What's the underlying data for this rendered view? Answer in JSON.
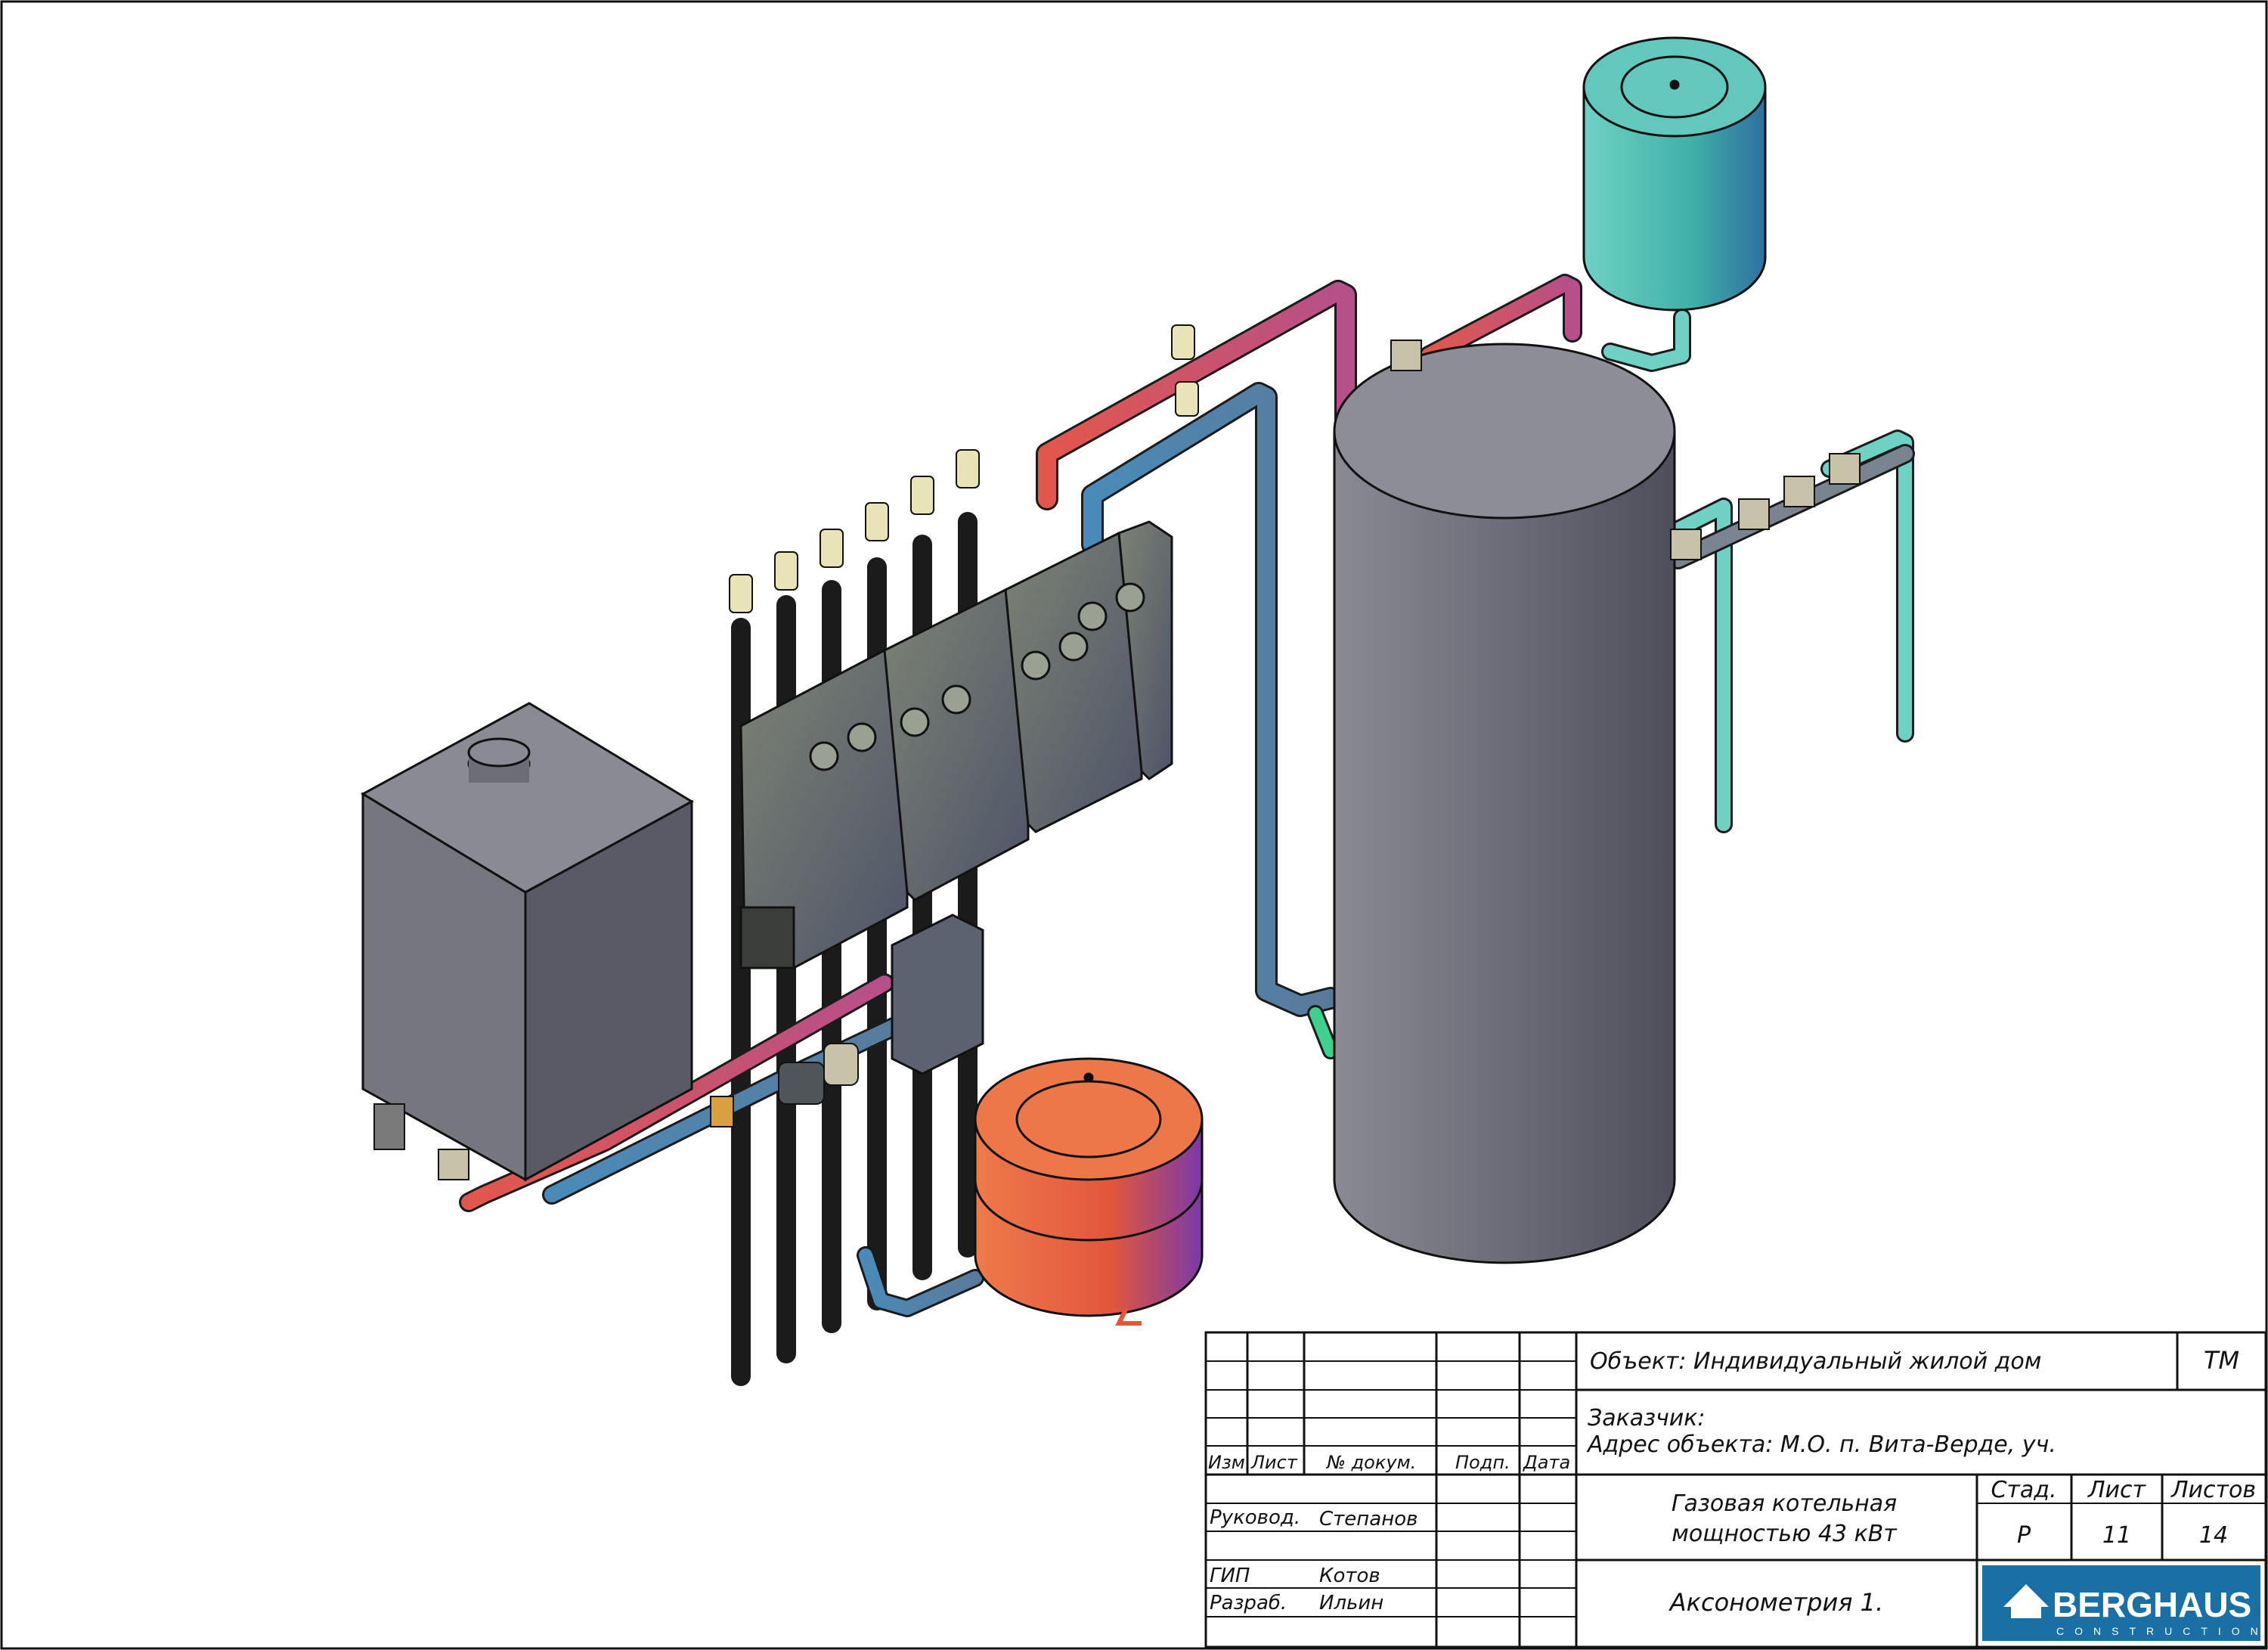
{
  "stamp": {
    "object_label": "Объект: Индивидуальный жилой дом",
    "code": "ТМ",
    "customer_label": "Заказчик:",
    "address_label": "Адрес объекта: М.О. п. Вита-Верде, уч.",
    "rev_headers": [
      "Изм.",
      "Лист",
      "№ докум.",
      "Подп.",
      "Дата"
    ],
    "roles": [
      {
        "role": "Руковод.",
        "name": "Степанов"
      },
      {
        "role": "ГИП",
        "name": "Котов"
      },
      {
        "role": "Разраб.",
        "name": "Ильин"
      }
    ],
    "title_line1": "Газовая котельная",
    "title_line2": "мощностью 43 кВт",
    "stage_header": "Стад.",
    "sheet_header": "Лист",
    "sheets_header": "Листов",
    "stage": "Р",
    "sheet": "11",
    "sheets": "14",
    "drawing_name": "Аксонометрия 1.",
    "logo_text": "BERGHAUS",
    "logo_sub": "CONSTRUCTION"
  },
  "colors": {
    "supply_pipe": "#d9534f",
    "return_pipe": "#3f7fb3",
    "cold_water_pipe": "#6fd1c4",
    "equipment_gray": "#6e6e78",
    "boiler_green_gray": "#6b6e66",
    "expansion_tank_red": "#e8643c",
    "expansion_tank_teal": "#3fb6ad",
    "logo_blue": "#1a6fa5"
  }
}
